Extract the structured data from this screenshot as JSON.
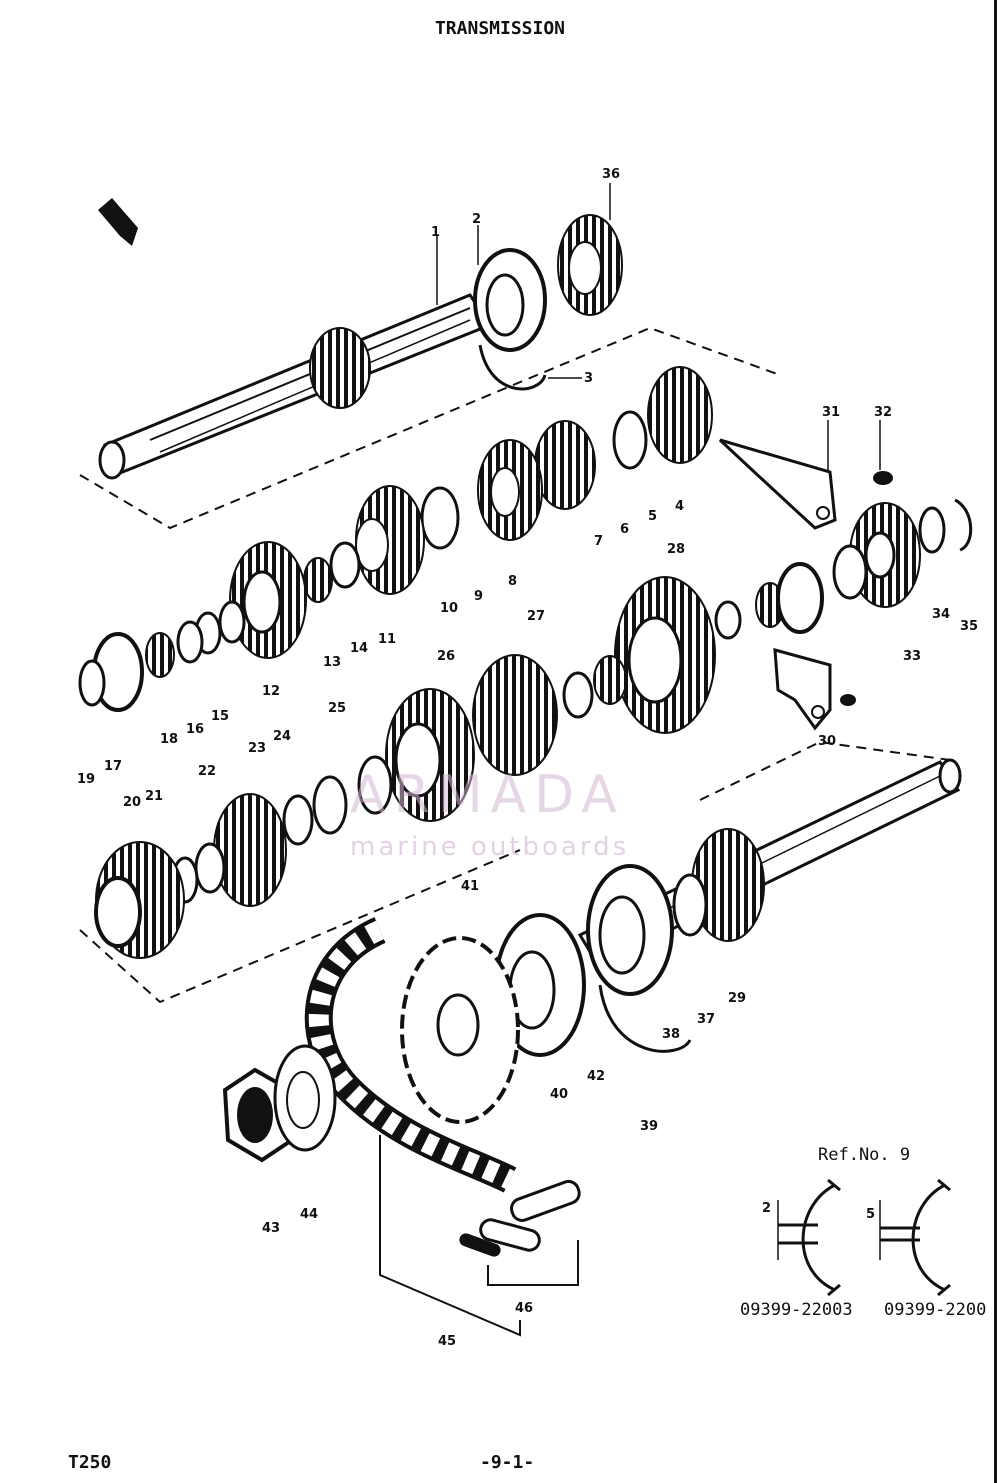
{
  "header": {
    "title": "TRANSMISSION"
  },
  "footer": {
    "model": "T250",
    "page": "-9-1-"
  },
  "reference": {
    "label": "Ref.No. 9",
    "part_left": "09399-22003",
    "part_right": "09399-2200",
    "dim_left": "2",
    "dim_right": "5"
  },
  "watermark": {
    "brand": "ARMADA",
    "tagline": "marine outboards"
  },
  "callouts": [
    "1",
    "2",
    "3",
    "4",
    "5",
    "6",
    "7",
    "8",
    "9",
    "10",
    "11",
    "12",
    "13",
    "14",
    "15",
    "16",
    "17",
    "18",
    "19",
    "20",
    "21",
    "22",
    "23",
    "24",
    "25",
    "26",
    "27",
    "28",
    "29",
    "30",
    "31",
    "32",
    "33",
    "34",
    "35",
    "36",
    "37",
    "38",
    "39",
    "40",
    "41",
    "42",
    "43",
    "44",
    "45",
    "46"
  ],
  "colors": {
    "ink": "#111111",
    "watermark": "#d9a8d4"
  }
}
